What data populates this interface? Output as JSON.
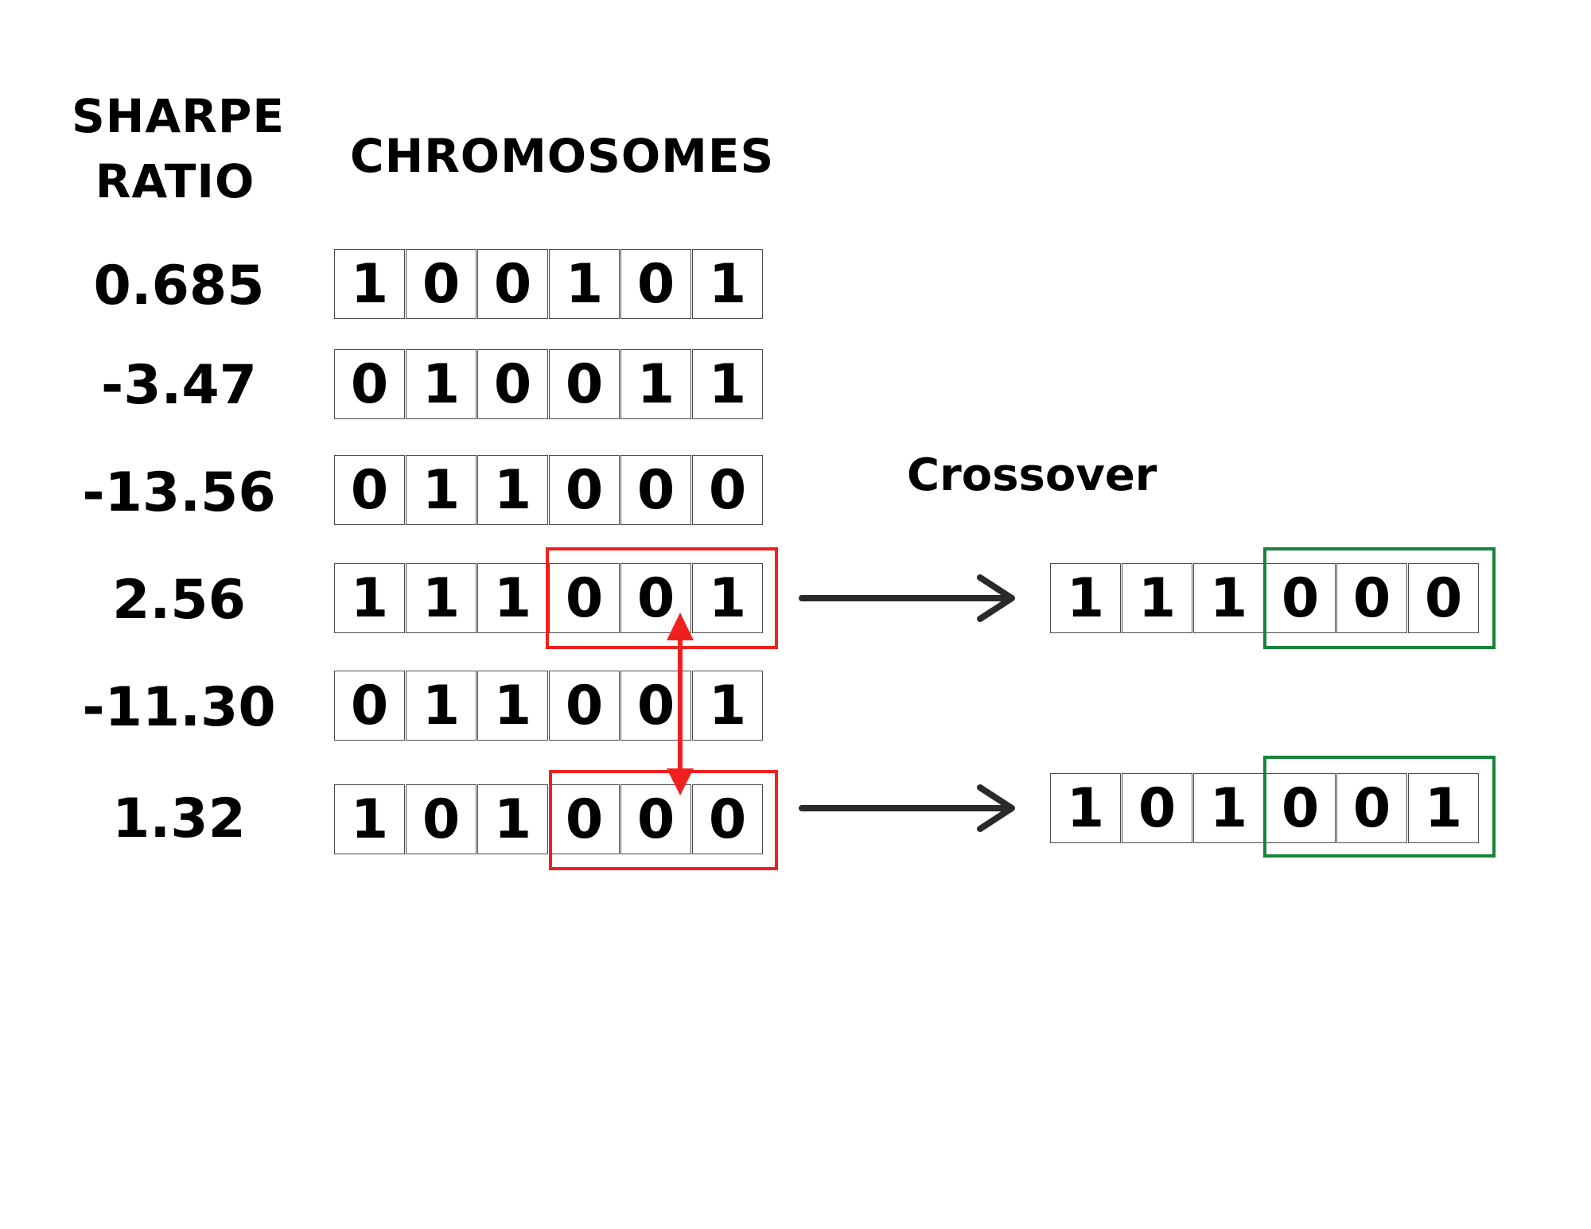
{
  "headers": {
    "sharpe_line1": "SHARPE",
    "sharpe_line2": "RATIO",
    "chromosomes": "CHROMOSOMES"
  },
  "crossover_label": "Crossover",
  "population": [
    {
      "sharpe": "0.685",
      "genes": [
        "1",
        "0",
        "0",
        "1",
        "0",
        "1"
      ]
    },
    {
      "sharpe": "-3.47",
      "genes": [
        "0",
        "1",
        "0",
        "0",
        "1",
        "1"
      ]
    },
    {
      "sharpe": "-13.56",
      "genes": [
        "0",
        "1",
        "1",
        "0",
        "0",
        "0"
      ]
    },
    {
      "sharpe": "2.56",
      "genes": [
        "1",
        "1",
        "1",
        "0",
        "0",
        "1"
      ]
    },
    {
      "sharpe": "-11.30",
      "genes": [
        "0",
        "1",
        "1",
        "0",
        "0",
        "1"
      ]
    },
    {
      "sharpe": "1.32",
      "genes": [
        "1",
        "0",
        "1",
        "0",
        "0",
        "0"
      ]
    }
  ],
  "offspring": [
    {
      "genes": [
        "1",
        "1",
        "1",
        "0",
        "0",
        "0"
      ]
    },
    {
      "genes": [
        "1",
        "0",
        "1",
        "0",
        "0",
        "1"
      ]
    }
  ],
  "colors": {
    "selection_box": "#f02020",
    "swap_arrow": "#f02020",
    "offspring_box": "#17843a",
    "arrow": "#2a2a2a"
  }
}
